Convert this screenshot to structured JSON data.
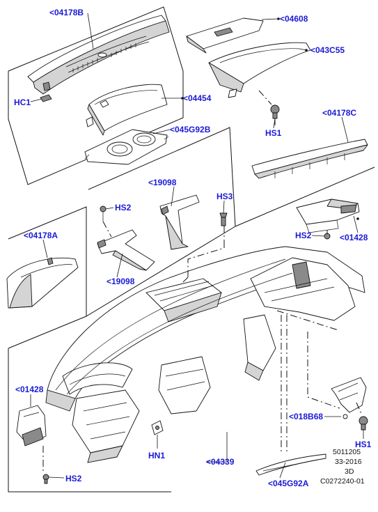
{
  "diagram": {
    "callouts": [
      {
        "id": "04178B",
        "text": "<04178B"
      },
      {
        "id": "HC1",
        "text": "HC1"
      },
      {
        "id": "04454",
        "text": "<04454"
      },
      {
        "id": "045G92B",
        "text": "<045G92B"
      },
      {
        "id": "04608",
        "text": "<04608"
      },
      {
        "id": "043C55",
        "text": "<043C55"
      },
      {
        "id": "HS1_top",
        "text": "HS1"
      },
      {
        "id": "04178C",
        "text": "<04178C"
      },
      {
        "id": "19098_top",
        "text": "<19098"
      },
      {
        "id": "HS2_top",
        "text": "HS2"
      },
      {
        "id": "HS3",
        "text": "HS3"
      },
      {
        "id": "04178A",
        "text": "<04178A"
      },
      {
        "id": "HS2_right",
        "text": "HS2"
      },
      {
        "id": "01428_right",
        "text": "<01428"
      },
      {
        "id": "19098_bottom",
        "text": "<19098"
      },
      {
        "id": "01428_left",
        "text": "<01428"
      },
      {
        "id": "018B68",
        "text": "<018B68"
      },
      {
        "id": "HS1_bottom",
        "text": "HS1"
      },
      {
        "id": "HN1",
        "text": "HN1"
      },
      {
        "id": "04339",
        "text": "<04339"
      },
      {
        "id": "HS2_bottom",
        "text": "HS2"
      },
      {
        "id": "045G92A",
        "text": "<045G92A"
      }
    ],
    "reference": {
      "line1": "5011205",
      "line2": "33-2016",
      "line3": "3D",
      "line4": "C0272240-01"
    },
    "colors": {
      "callout_text": "#1a1ad6",
      "linework": "#111111",
      "shading": "#8a8a8a"
    }
  }
}
